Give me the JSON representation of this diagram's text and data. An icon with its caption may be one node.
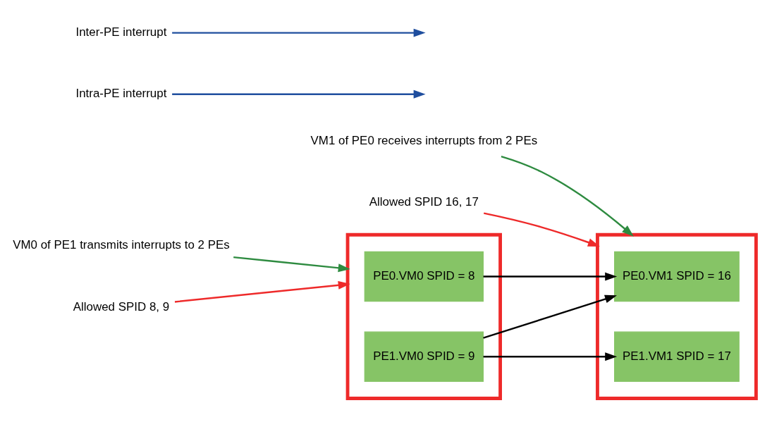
{
  "diagram": {
    "nodes": [
      {
        "text": [],
        "shape": "box"
      },
      {
        "text": [
          "PE0.VM0 SPID = 8"
        ],
        "in": 0
      },
      {
        "text": [
          "PE1.VM0 SPID = 9"
        ],
        "in": 0
      },
      {
        "text": [],
        "shape": "box"
      },
      {
        "text": [
          "PE0.VM1 SPID = 16"
        ],
        "in": 3
      },
      {
        "text": [
          "PE1.VM1 SPID = 17"
        ],
        "in": 3
      },
      {
        "text": [
          "Intra-PE interrupt"
        ]
      },
      {
        "text": [
          "Inter-PE interrupt"
        ]
      },
      {
        "text": [
          "VM1 of PE0 receives interrupts from 2 PEs"
        ]
      },
      {
        "text": [
          "VM0 of PE1 transmits interrupts to 2 PEs"
        ]
      },
      {
        "text": [
          "Allowed SPID 8, 9"
        ]
      },
      {
        "text": [
          "Allowed SPID 16, 17"
        ]
      }
    ],
    "edges": [
      {
        "from": 1,
        "to": 4,
        "arrow": "to"
      },
      {
        "from": 2,
        "to": 4,
        "arrow": "to"
      },
      {
        "from": 2,
        "to": 5,
        "arrow": "to"
      },
      {
        "from": 6,
        "to": null,
        "arrow": "to",
        "color": "#1f4e9e"
      },
      {
        "from": 7,
        "to": null,
        "arrow": "to",
        "color": "#1f4e9e"
      },
      {
        "from": 8,
        "to": 3,
        "arrow": "to",
        "color": "#2e8b40"
      },
      {
        "from": 9,
        "to": 0,
        "arrow": "to",
        "color": "#2e8b40"
      },
      {
        "from": 10,
        "to": 0,
        "arrow": "to",
        "color": "#ee2a2a"
      },
      {
        "from": 11,
        "to": 3,
        "arrow": "to",
        "color": "#ee2a2a"
      }
    ]
  }
}
